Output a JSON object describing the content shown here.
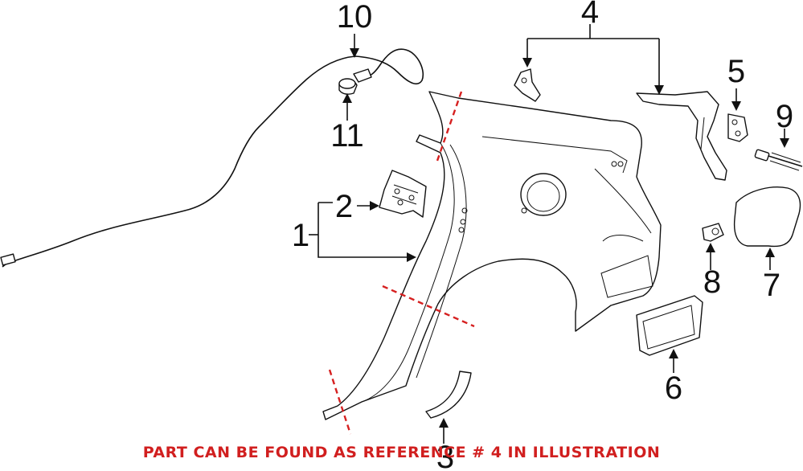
{
  "callouts": {
    "c1": "1",
    "c2": "2",
    "c3": "3",
    "c4": "4",
    "c5": "5",
    "c6": "6",
    "c7": "7",
    "c8": "8",
    "c9": "9",
    "c10": "10",
    "c11": "11"
  },
  "footer": {
    "note": "PART CAN BE FOUND AS REFERENCE # 4 IN ILLUSTRATION"
  },
  "colors": {
    "note_red": "#d11f1f",
    "cut_line_red": "#d62020",
    "line_black": "#111111"
  }
}
